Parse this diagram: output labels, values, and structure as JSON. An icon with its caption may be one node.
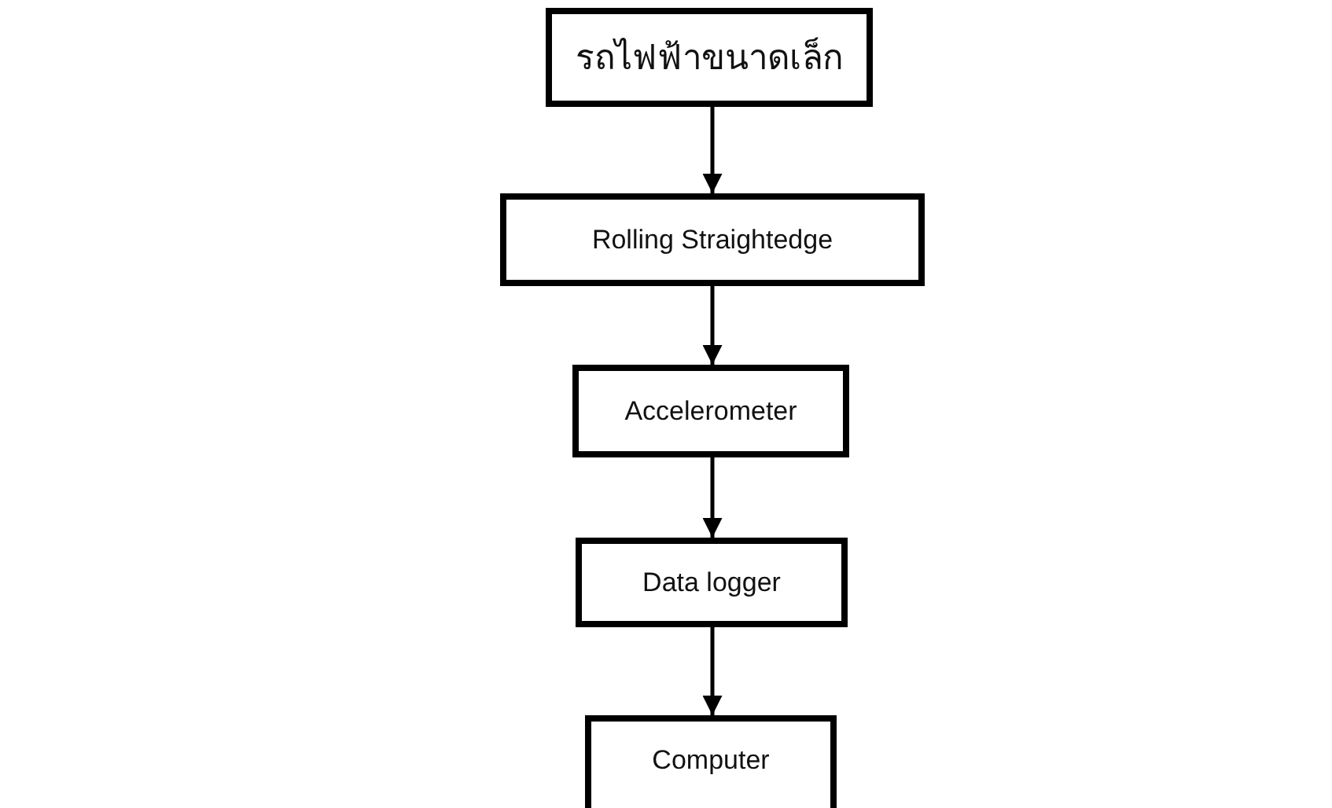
{
  "diagram": {
    "nodes": [
      {
        "text": [
          "รถไฟฟ้าขนาดเล็ก"
        ]
      },
      {
        "text": [
          "Rolling Straightedge"
        ]
      },
      {
        "text": [
          "Accelerometer"
        ]
      },
      {
        "text": [
          "Data logger"
        ]
      },
      {
        "text": [
          "Computer"
        ]
      }
    ],
    "edges": [
      {
        "from": 0,
        "to": 1,
        "arrow": "to"
      },
      {
        "from": 1,
        "to": 2,
        "arrow": "to"
      },
      {
        "from": 2,
        "to": 3,
        "arrow": "to"
      },
      {
        "from": 3,
        "to": 4,
        "arrow": "to"
      }
    ]
  }
}
